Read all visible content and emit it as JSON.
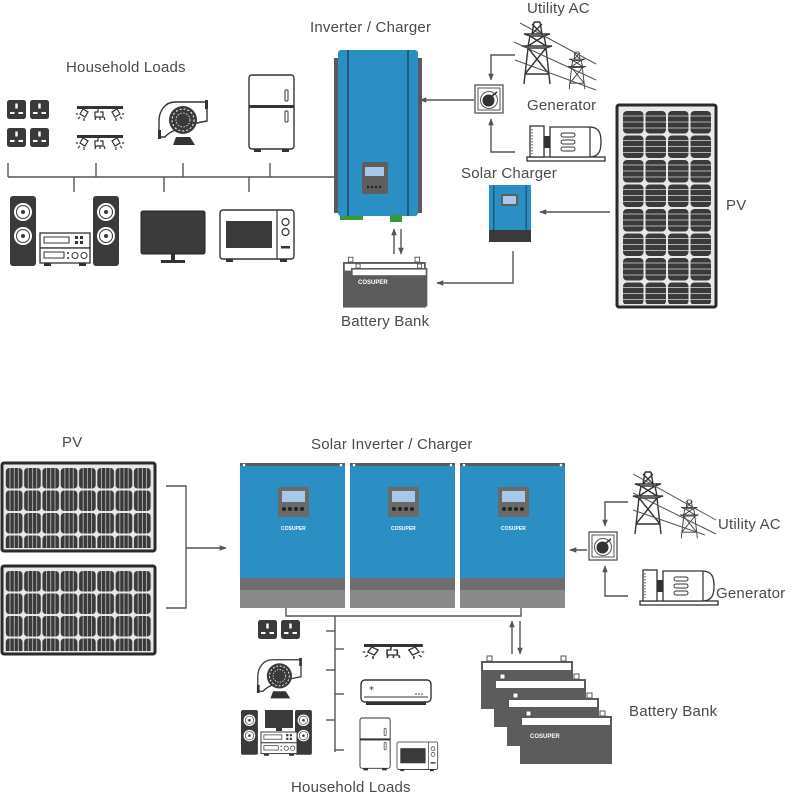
{
  "top_diagram": {
    "labels": {
      "household_loads": "Household Loads",
      "inverter_charger": "Inverter / Charger",
      "utility_ac": "Utility AC",
      "generator": "Generator",
      "solar_charger": "Solar Charger",
      "pv": "PV",
      "battery_bank": "Battery Bank"
    },
    "battery_brand": "COSUPER",
    "loads": [
      "wall sockets",
      "spot lights",
      "fan",
      "refrigerator",
      "hi-fi stereo",
      "television",
      "microwave"
    ]
  },
  "bottom_diagram": {
    "labels": {
      "pv": "PV",
      "solar_inverter_charger": "Solar Inverter / Charger",
      "utility_ac": "Utility AC",
      "generator": "Generator",
      "battery_bank": "Battery Bank",
      "household_loads": "Household Loads"
    },
    "inverter_brand": "COSUPER",
    "inverter_count": 3,
    "battery_brand": "COSUPER",
    "battery_count": 4,
    "pv_panel_count": 2,
    "loads": [
      "wall sockets",
      "spot lights",
      "fan",
      "air conditioner",
      "hi-fi stereo",
      "refrigerator",
      "microwave"
    ]
  },
  "colors": {
    "inverter_blue": "#2b8fc4",
    "inverter_dark": "#1c6e9c",
    "panel_dark": "#3a3a3a",
    "gray": "#6b6b6b",
    "screen": "#a8c8ea"
  }
}
